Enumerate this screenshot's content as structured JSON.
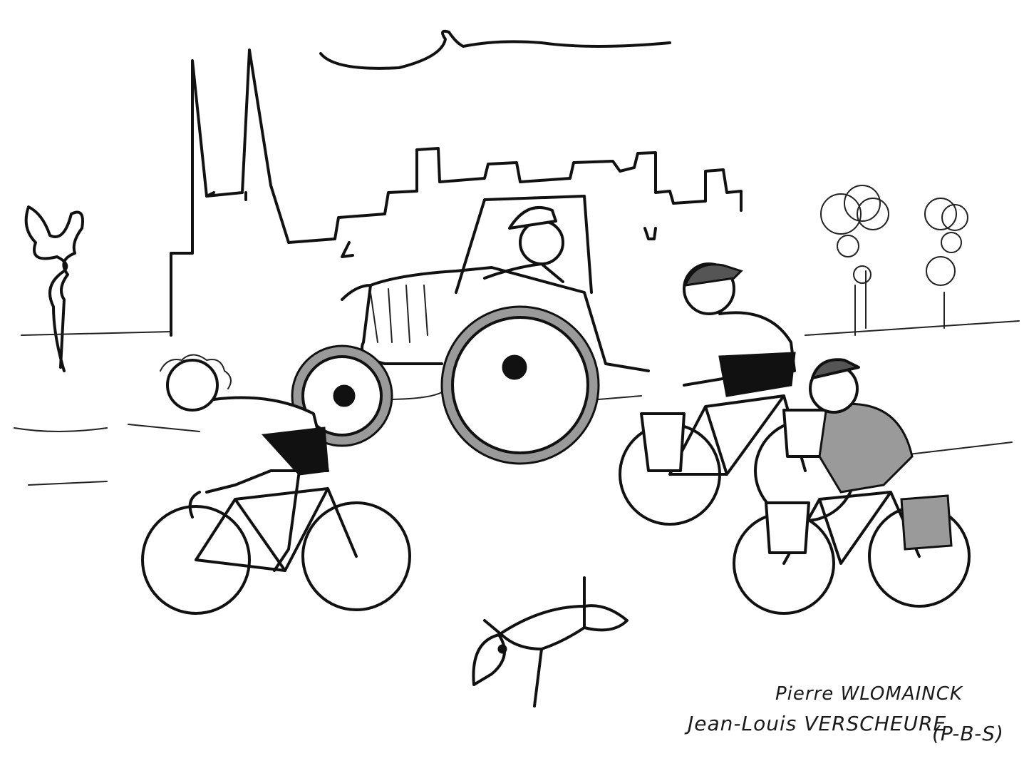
{
  "signature": {
    "line1": "Pierre WLOMAINCK",
    "line2": "Jean-Louis VERSCHEURE",
    "line3": "(P-B-S)"
  },
  "colors": {
    "ink": "#111111",
    "paper": "#ffffff",
    "shade": "#9a9a9a"
  }
}
